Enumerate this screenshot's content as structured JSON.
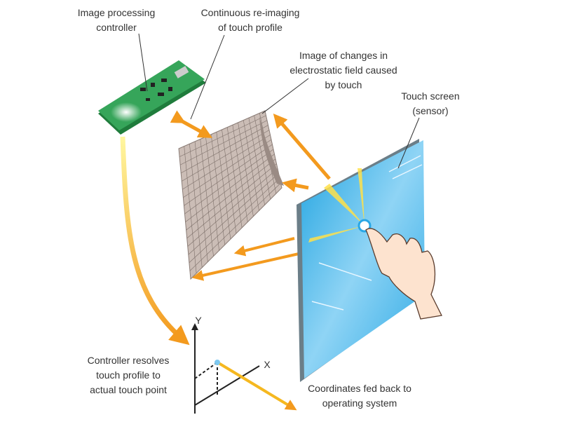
{
  "labels": {
    "controller": [
      "Image processing",
      "controller"
    ],
    "reimaging": [
      "Continuous re-imaging",
      "of touch profile"
    ],
    "field_image": [
      "Image of changes in",
      "electrostatic field caused",
      "by touch"
    ],
    "touch_screen": [
      "Touch screen",
      "(sensor)"
    ],
    "resolves": [
      "Controller resolves",
      "touch profile to",
      "actual touch point"
    ],
    "coordinates": [
      "Coordinates fed back to",
      "operating system"
    ]
  },
  "axes": {
    "y": "Y",
    "x": "X"
  },
  "colors": {
    "arrow": "#f39a1e",
    "beam": "#ffe14a",
    "board": "#2e9b4f",
    "screen": "#3bb0e8",
    "mesh": "#b9aaa3"
  }
}
